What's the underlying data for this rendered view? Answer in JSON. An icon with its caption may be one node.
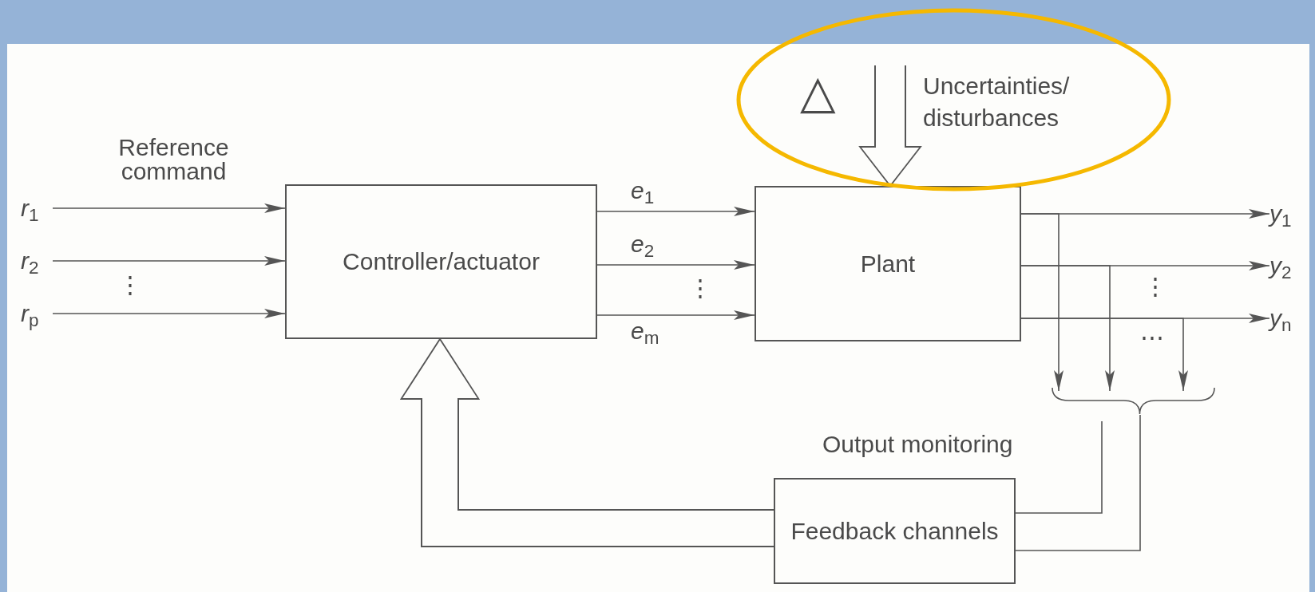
{
  "diagram": {
    "nodes": [
      {
        "text": [
          "Controller/actuator"
        ]
      },
      {
        "text": [
          "Plant"
        ]
      },
      {
        "text": [
          "Feedback channels"
        ]
      },
      {
        "text": [
          "*r*$_{1}$"
        ]
      },
      {
        "text": [
          "*r*$_{2}$"
        ]
      },
      {
        "text": [
          "*r*$_{p}$"
        ]
      },
      {
        "text": [
          "*y*$_{1}$"
        ]
      },
      {
        "text": [
          "*y*$_{2}$"
        ]
      },
      {
        "text": [
          "*y*$_{n}$"
        ]
      },
      {
        "text": [
          "△",
          "Uncertainties/ disturbances"
        ]
      },
      {
        "text": [],
        "shape": "brace"
      }
    ],
    "edges": [
      {
        "from": 3,
        "to": 0,
        "arrow": "to"
      },
      {
        "from": 4,
        "to": 0,
        "arrow": "to"
      },
      {
        "from": 5,
        "to": 0,
        "arrow": "to"
      },
      {
        "from": 0,
        "to": 1,
        "arrow": "to",
        "label": "*e*$_{1}$"
      },
      {
        "from": 0,
        "to": 1,
        "arrow": "to",
        "label": "*e*$_{2}$"
      },
      {
        "from": 0,
        "to": 1,
        "arrow": "to",
        "label": "*e*$_{m}$"
      },
      {
        "from": 1,
        "to": 6,
        "arrow": "to"
      },
      {
        "from": 1,
        "to": 7,
        "arrow": "to"
      },
      {
        "from": 1,
        "to": 8,
        "arrow": "to"
      },
      {
        "from": 1,
        "to": 10,
        "arrow": "to"
      },
      {
        "from": 1,
        "to": 10,
        "arrow": "to"
      },
      {
        "from": 1,
        "to": 10,
        "arrow": "to"
      },
      {
        "from": 10,
        "to": 2,
        "arrow": "none"
      },
      {
        "from": 10,
        "to": 2,
        "arrow": "none",
        "label": "Output monitoring"
      },
      {
        "from": 2,
        "to": 0,
        "arrow": "to",
        "style": "thick"
      },
      {
        "from": 9,
        "to": 1,
        "arrow": "to",
        "style": "thick"
      }
    ],
    "labels": [
      "Reference command",
      "⋮",
      "⋮",
      "⋮",
      "⋯"
    ]
  }
}
